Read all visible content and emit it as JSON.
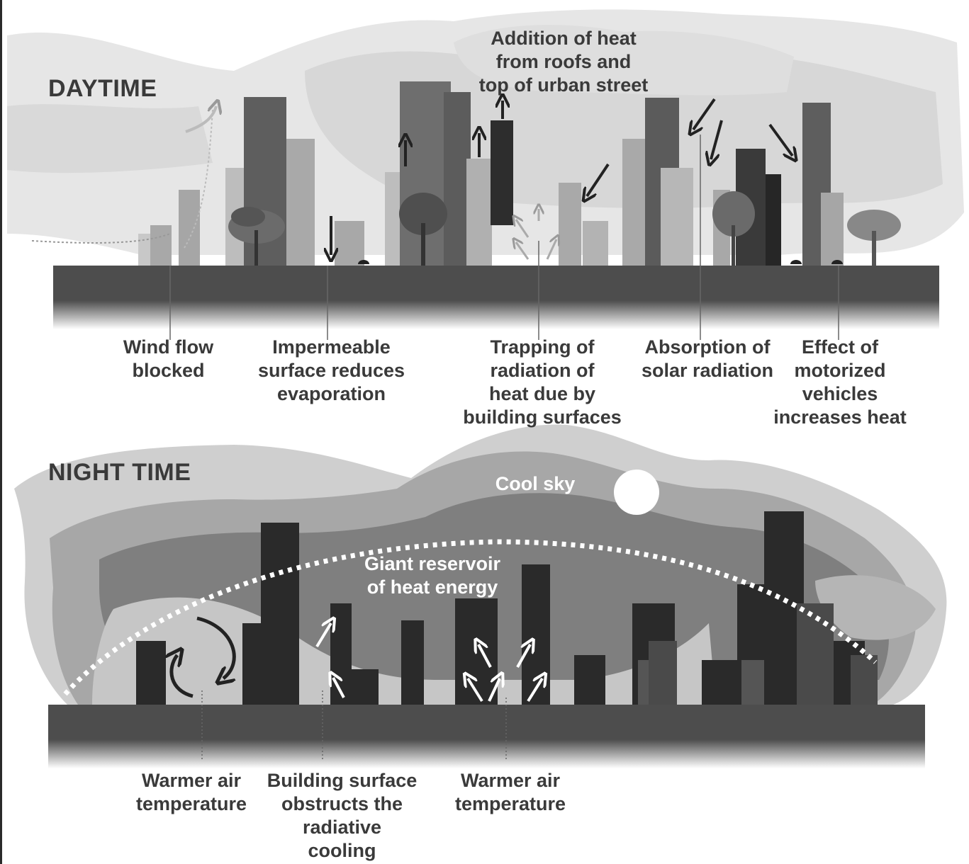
{
  "day": {
    "title": "DAYTIME",
    "annotation_top": "Addition of heat\nfrom roofs and\ntop of urban street",
    "labels": {
      "wind": "Wind flow\nblocked",
      "impermeable": "Impermeable\nsurface reduces\nevaporation",
      "trapping": "Trapping of\nradiation of\nheat due by\nbuilding surfaces",
      "absorption": "Absorption of\nsolar radiation",
      "vehicles": "Effect of\nmotorized\nvehicles\nincreases heat"
    }
  },
  "night": {
    "title": "NIGHT TIME",
    "cool_sky": "Cool sky",
    "reservoir": "Giant reservoir\nof heat energy",
    "labels": {
      "warmer1": "Warmer air\ntemperature",
      "obstructs": "Building surface\nobstructs the\nradiative\ncooling",
      "warmer2": "Warmer air\ntemperature"
    }
  },
  "colors": {
    "ground": "#555555",
    "building_dark": "#2a2a2a",
    "building_mid": "#5a5a5a",
    "building_light": "#b2b2b2",
    "text": "#3a3a3a"
  }
}
